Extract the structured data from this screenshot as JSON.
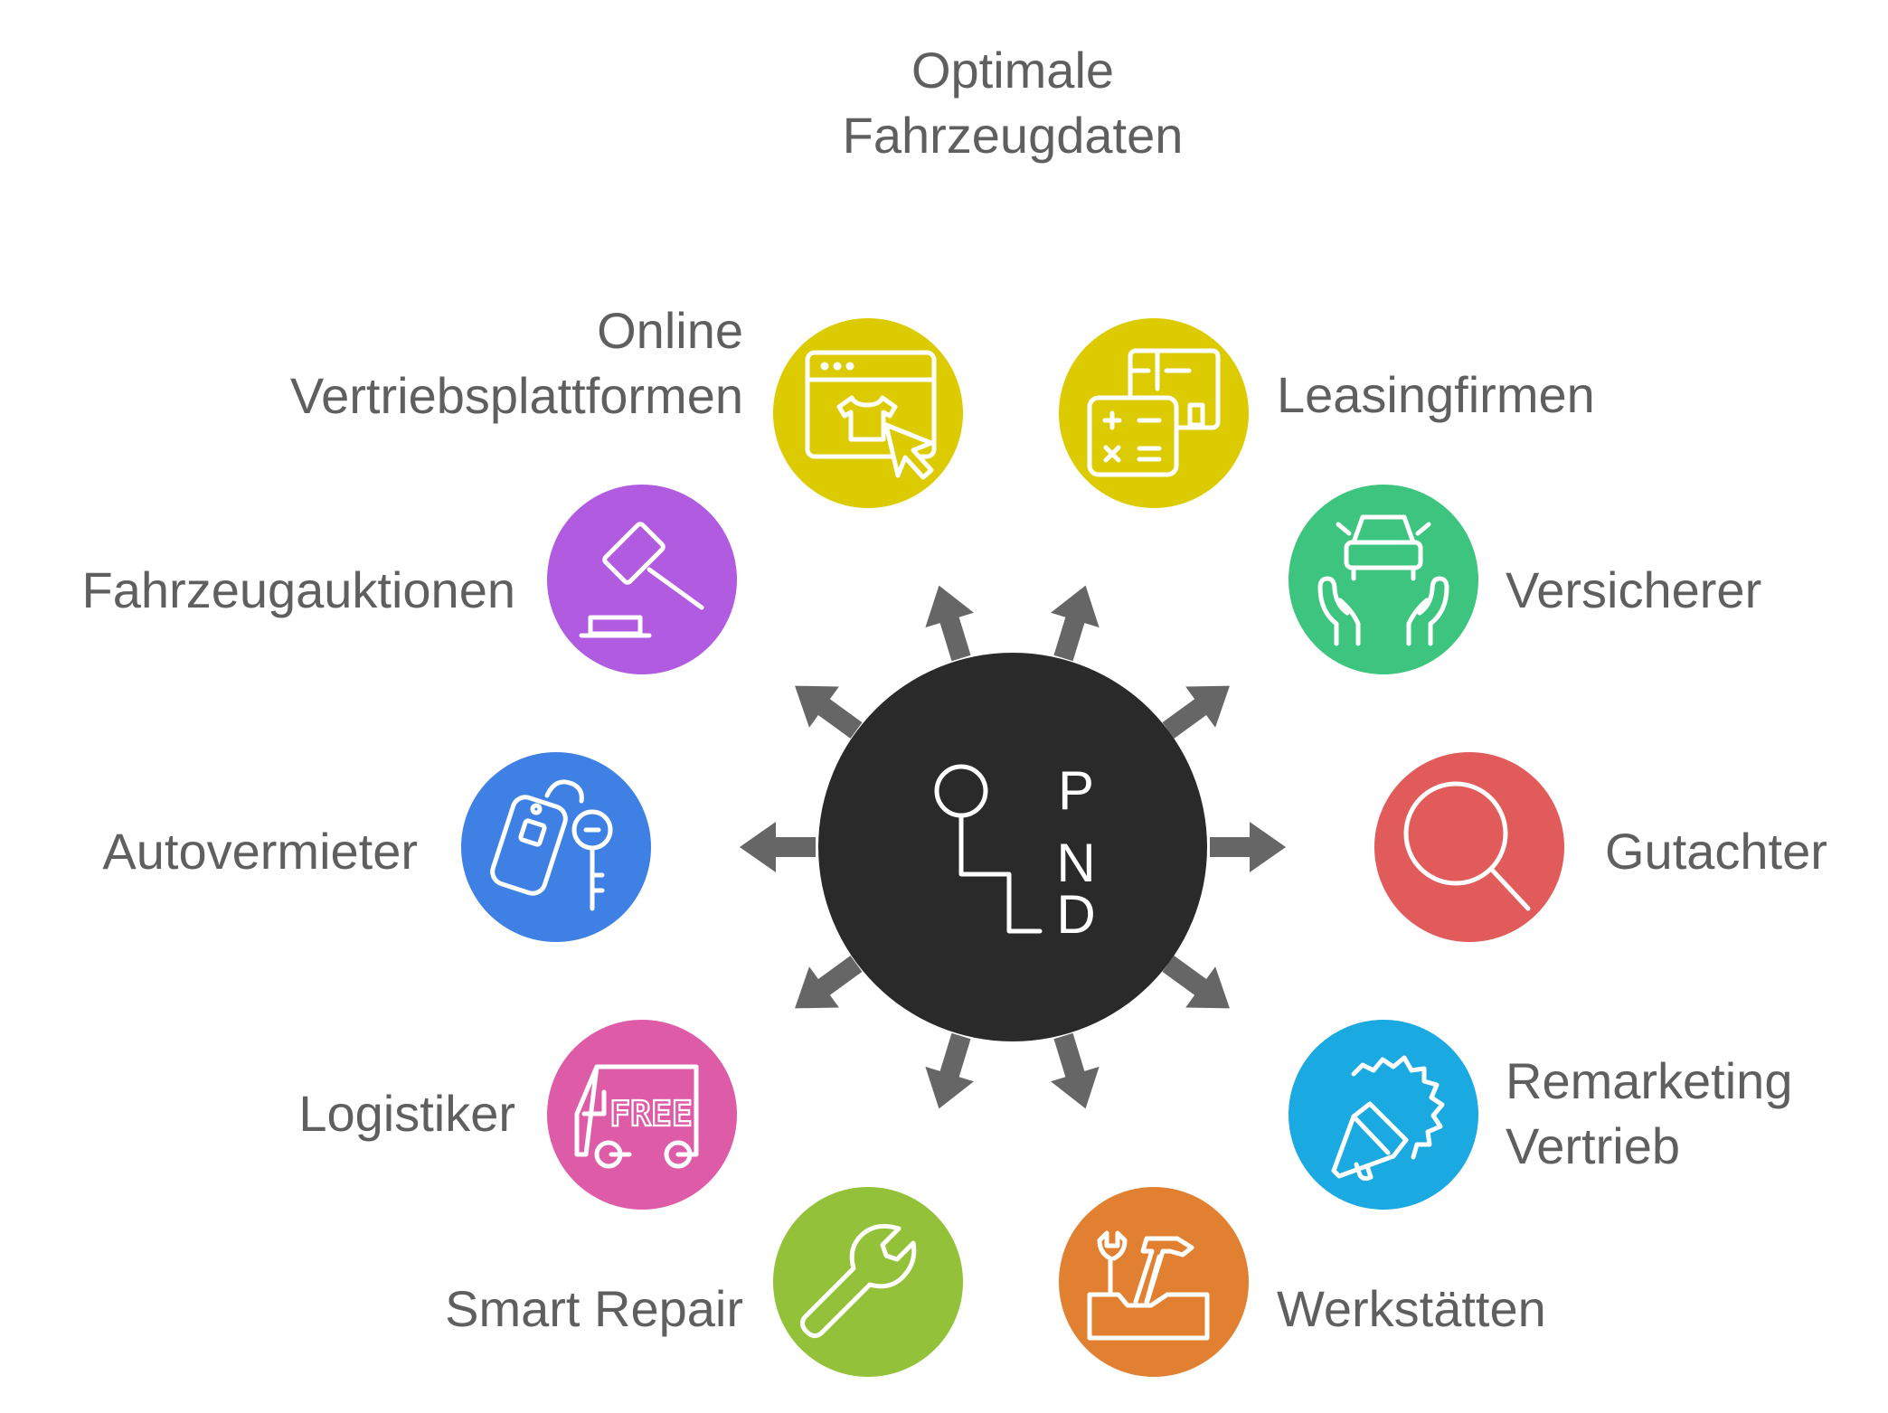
{
  "title": [
    "Optimale",
    "Fahrzeugdaten"
  ],
  "hub": {
    "letters": [
      "P",
      "N",
      "D"
    ],
    "color": "#2a2a2a",
    "icon": "gear-shift-icon"
  },
  "arrow_color": "#666666",
  "nodes": [
    {
      "id": "online-vertriebsplattformen",
      "label": [
        "Online",
        "Vertriebsplattformen"
      ],
      "color": "#dccb00",
      "icon": "online-shop-icon"
    },
    {
      "id": "leasingfirmen",
      "label": [
        "Leasingfirmen"
      ],
      "color": "#dccb00",
      "icon": "calculator-documents-icon"
    },
    {
      "id": "fahrzeugauktionen",
      "label": [
        "Fahrzeugauktionen"
      ],
      "color": "#b05be0",
      "icon": "auction-gavel-icon"
    },
    {
      "id": "versicherer",
      "label": [
        "Versicherer"
      ],
      "color": "#3dc47e",
      "icon": "car-insurance-icon"
    },
    {
      "id": "autovermieter",
      "label": [
        "Autovermieter"
      ],
      "color": "#3f80e4",
      "icon": "car-key-icon"
    },
    {
      "id": "gutachter",
      "label": [
        "Gutachter"
      ],
      "color": "#e25b5b",
      "icon": "magnifier-icon"
    },
    {
      "id": "logistiker",
      "label": [
        "Logistiker"
      ],
      "color": "#de5ba8",
      "icon": "delivery-van-icon"
    },
    {
      "id": "remarketing-vertrieb",
      "label": [
        "Remarketing",
        "Vertrieb"
      ],
      "color": "#1aa9e0",
      "icon": "megaphone-icon"
    },
    {
      "id": "smart-repair",
      "label": [
        "Smart Repair"
      ],
      "color": "#93c13a",
      "icon": "wrench-icon"
    },
    {
      "id": "werkstaetten",
      "label": [
        "Werkstätten"
      ],
      "color": "#e08030",
      "icon": "toolbox-icon"
    }
  ],
  "van_text": "FREE"
}
